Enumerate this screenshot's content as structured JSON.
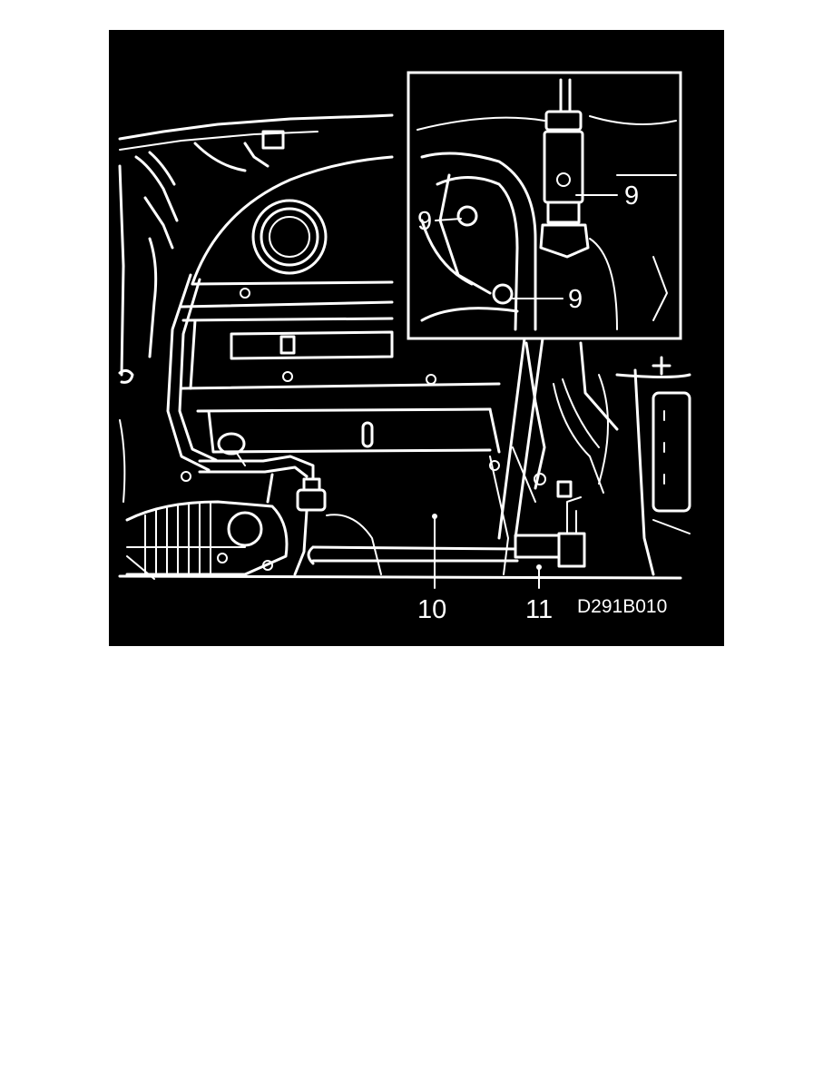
{
  "figure": {
    "callouts": {
      "inset_sensor": "9",
      "inset_left_nut": "9",
      "inset_bottom_nut": "9",
      "pipe": "10",
      "connector": "11"
    },
    "drawing_code": "D291B010"
  }
}
